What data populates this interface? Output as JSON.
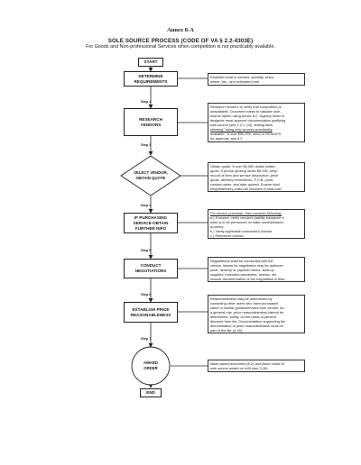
{
  "header": {
    "annex": "Annex 8-A",
    "title": "SOLE SOURCE PROCESS (CODE OF VA § 2.2-4303E)",
    "subtitle": "For Goods and Non-professional Services when competition is not practicably available."
  },
  "nodes": {
    "start": "START",
    "determine": [
      "DETERMINE",
      "REQUIREMENTS"
    ],
    "research": [
      "RESEARCH",
      "VENDORS"
    ],
    "select": [
      "SELECT VENDOR,",
      "OBTAIN QUOTE"
    ],
    "purchasing": [
      "IF PURCHASING",
      "SERVICE-OBTAIN",
      "FURTHER INFO"
    ],
    "conduct": [
      "CONDUCT",
      "NEGOTIATIONS"
    ],
    "establish": [
      "ESTABLISH PRICE",
      "REASONABLENESS"
    ],
    "award": [
      "AWARD",
      "ORDER"
    ],
    "end": "END"
  },
  "steps": {
    "s2": "Step 2",
    "s3": "Step 3",
    "s4": "Step 4",
    "s5": "Step 5",
    "s6": "Step 6",
    "s7": "Step 7"
  },
  "notes": {
    "n1": [
      "Establish what is needed, quantity, when,",
      "where, etc., and estimated cost."
    ],
    "n2": [
      "Research vendors to verify that competition is",
      "unavailable. Document steps to validate sole-",
      "source option using Annex 8-C. Agency head or",
      "designee must approve documentation justifying",
      "sole source (see 1.2 c. (2)), stating facts",
      "showing \"using only sources practicably",
      "available.\" If over $50,000, send to DGS/DPS",
      "for approval, see 8.2."
    ],
    "n3": [
      "Obtain quote. If over $5,000 obtain written",
      "quote. If phone quoting under $5,000, keep",
      "record of item and service description, price",
      "quote, delivery terms/times, F.O.B. point,",
      "contact name, and date quoted. Ensure total",
      "freight/delivery costs are included in total cost."
    ],
    "n4": [
      "For service purchase, then consider following:",
      "a.) If unsure, verify vendor's liability insurance if",
      "work is to be performed on state owned/leased",
      "property.",
      "b.) Verify applicable contractor's license.",
      "c.) Reference checks."
    ],
    "n5": [
      "Negotiations shall be conducted with the",
      "vendor. Issues for negotiation may be optimum",
      "price, delivery or payment terms, start-up",
      "supplies, extended warranties, service, etc.",
      "Include documentation of the negotiation in files."
    ],
    "n6": [
      "Reasonableness may be determined by",
      "contacting other users who have purchased",
      "same or similar goods/services from vendor. As",
      "a general rule, price reasonableness cannot be",
      "determined, solely, on the basis of percent",
      "discount from list. Documentation supporting the",
      "determination of price reasonableness must be",
      "part of the file (4-16)."
    ],
    "n7": [
      "Issue award document (8-2) and place notice of",
      "sole source award on eVA (see 3.16)."
    ]
  }
}
